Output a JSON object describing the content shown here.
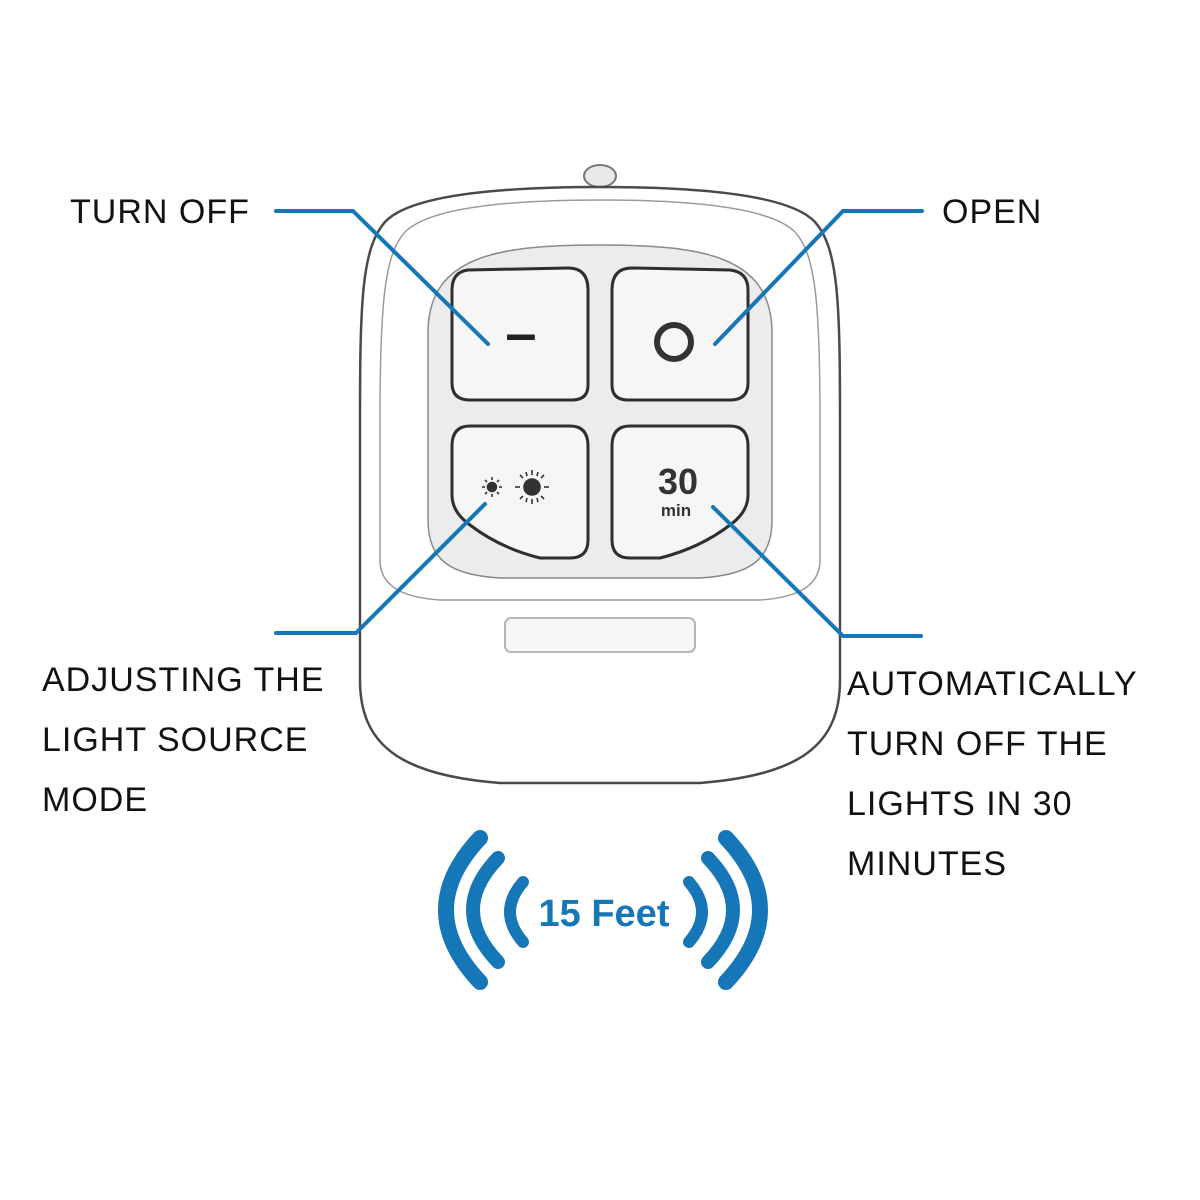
{
  "callouts": {
    "turn_off": {
      "lines": [
        "TURN OFF"
      ]
    },
    "open": {
      "lines": [
        "OPEN"
      ]
    },
    "adjust": {
      "lines": [
        "ADJUSTING THE",
        "LIGHT SOURCE",
        "MODE"
      ]
    },
    "auto_off": {
      "lines": [
        "AUTOMATICALLY",
        "TURN OFF THE",
        "LIGHTS IN 30",
        "MINUTES"
      ]
    }
  },
  "remote": {
    "buttons": {
      "off": {
        "glyph": "–"
      },
      "on": {
        "glyph": "O"
      },
      "mode": {
        "icon": "brightness-mode-icon"
      },
      "timer": {
        "number": "30",
        "unit": "min"
      }
    }
  },
  "range": {
    "text": "15 Feet"
  },
  "colors": {
    "leader": "#1576b8",
    "signal": "#1576b8",
    "text": "#111111",
    "remote_body": "#ffffff",
    "remote_outline": "#555555",
    "button_face": "#f4f4f4"
  }
}
